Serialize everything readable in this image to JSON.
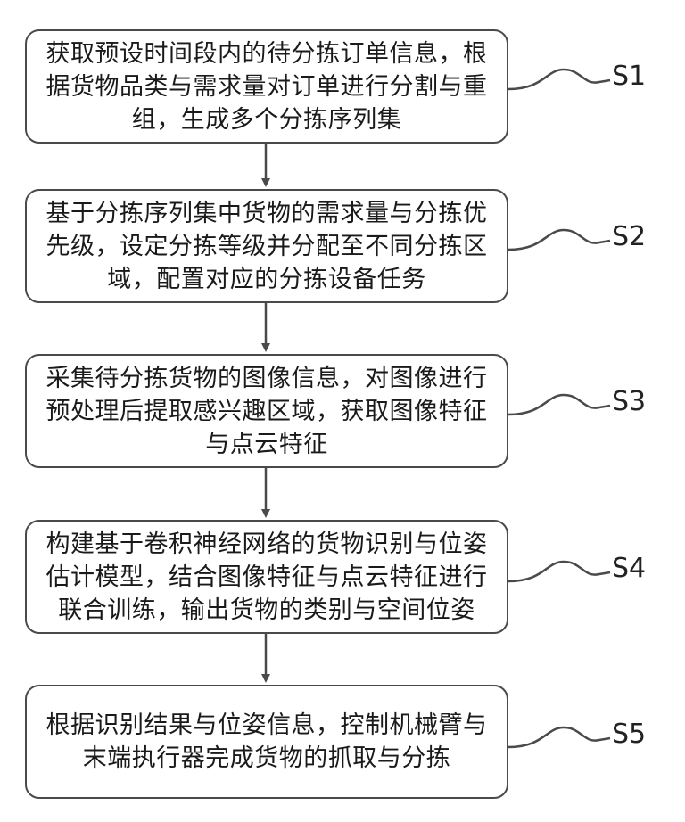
{
  "steps": [
    {
      "id": "S1",
      "text": "获取预设时间段内的待分拣订单信息，根\n据货物品类与需求量对订单进行分割与重\n组，生成多个分拣序列集"
    },
    {
      "id": "S2",
      "text": "基于分拣序列集中货物的需求量与分拣优\n先级，设定分拣等级并分配至不同分拣区\n域，配置对应的分拣设备任务"
    },
    {
      "id": "S3",
      "text": "采集待分拣货物的图像信息，对图像进行\n预处理后提取感兴趣区域，获取图像特征\n与点云特征"
    },
    {
      "id": "S4",
      "text": "构建基于卷积神经网络的货物识别与位姿\n估计模型，结合图像特征与点云特征进行\n联合训练，输出货物的类别与空间位姿"
    },
    {
      "id": "S5",
      "text": "根据识别结果与位姿信息，控制机械臂与\n末端执行器完成货物的抓取与分拣"
    }
  ],
  "colors": {
    "stroke": "#4a4a4a",
    "text": "#1a1a1a"
  }
}
